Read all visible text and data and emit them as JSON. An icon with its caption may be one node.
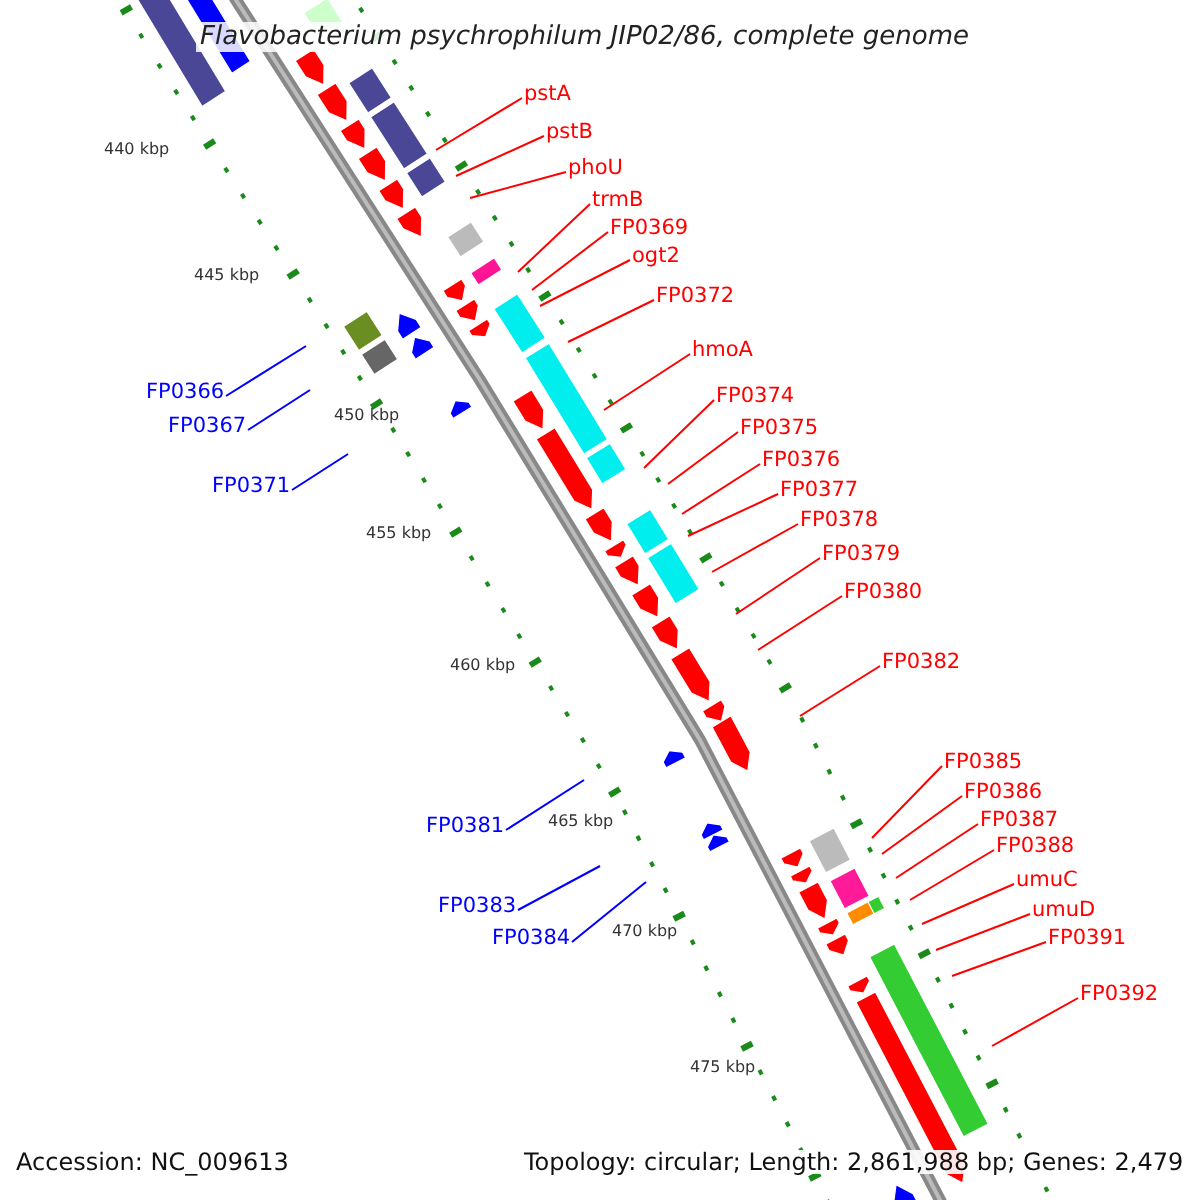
{
  "diagram": {
    "title": "Flavobacterium psychrophilum JIP02/86, complete genome",
    "nodes": [
      {
        "text": [
          "pstA"
        ]
      },
      {
        "text": [
          "pstB"
        ]
      },
      {
        "text": [
          "phoU"
        ]
      },
      {
        "text": [
          "trmB"
        ]
      },
      {
        "text": [
          "FP0369"
        ]
      },
      {
        "text": [
          "ogt2"
        ]
      },
      {
        "text": [
          "FP0372"
        ]
      },
      {
        "text": [
          "hmoA"
        ]
      },
      {
        "text": [
          "FP0374"
        ]
      },
      {
        "text": [
          "FP0375"
        ]
      },
      {
        "text": [
          "FP0376"
        ]
      },
      {
        "text": [
          "FP0377"
        ]
      },
      {
        "text": [
          "FP0378"
        ]
      },
      {
        "text": [
          "FP0379"
        ]
      },
      {
        "text": [
          "FP0380"
        ]
      },
      {
        "text": [
          "FP0382"
        ]
      },
      {
        "text": [
          "FP0385"
        ]
      },
      {
        "text": [
          "FP0386"
        ]
      },
      {
        "text": [
          "FP0387"
        ]
      },
      {
        "text": [
          "FP0388"
        ]
      },
      {
        "text": [
          "umuC"
        ]
      },
      {
        "text": [
          "umuD"
        ]
      },
      {
        "text": [
          "FP0391"
        ]
      },
      {
        "text": [
          "FP0392"
        ]
      },
      {
        "text": [
          "FP0366"
        ]
      },
      {
        "text": [
          "FP0367"
        ]
      },
      {
        "text": [
          "FP0371"
        ]
      },
      {
        "text": [
          "FP0381"
        ]
      },
      {
        "text": [
          "FP0383"
        ]
      },
      {
        "text": [
          "FP0384"
        ]
      }
    ],
    "edges": [
      {
        "from": 0,
        "to": null,
        "arrow": "none"
      },
      {
        "from": 1,
        "to": null,
        "arrow": "none"
      },
      {
        "from": 2,
        "to": null,
        "arrow": "none"
      },
      {
        "from": 3,
        "to": null,
        "arrow": "none"
      },
      {
        "from": 4,
        "to": null,
        "arrow": "none"
      },
      {
        "from": 5,
        "to": null,
        "arrow": "none"
      },
      {
        "from": 6,
        "to": null,
        "arrow": "none"
      },
      {
        "from": 7,
        "to": null,
        "arrow": "none"
      },
      {
        "from": 8,
        "to": null,
        "arrow": "none"
      },
      {
        "from": 9,
        "to": null,
        "arrow": "none"
      },
      {
        "from": 10,
        "to": null,
        "arrow": "none"
      },
      {
        "from": 11,
        "to": null,
        "arrow": "none"
      },
      {
        "from": 12,
        "to": null,
        "arrow": "none"
      },
      {
        "from": 13,
        "to": null,
        "arrow": "none"
      },
      {
        "from": 14,
        "to": null,
        "arrow": "none"
      },
      {
        "from": 15,
        "to": null,
        "arrow": "none"
      },
      {
        "from": 16,
        "to": null,
        "arrow": "none"
      },
      {
        "from": 17,
        "to": null,
        "arrow": "none"
      },
      {
        "from": 18,
        "to": null,
        "arrow": "none"
      },
      {
        "from": 19,
        "to": null,
        "arrow": "none"
      },
      {
        "from": 20,
        "to": null,
        "arrow": "none"
      },
      {
        "from": 21,
        "to": null,
        "arrow": "none"
      },
      {
        "from": 22,
        "to": null,
        "arrow": "none"
      },
      {
        "from": 23,
        "to": null,
        "arrow": "none"
      },
      {
        "from": 24,
        "to": null,
        "arrow": "none",
        "color": "#0000ff"
      },
      {
        "from": 25,
        "to": null,
        "arrow": "none",
        "color": "#0000ff"
      },
      {
        "from": 26,
        "to": null,
        "arrow": "none",
        "color": "#0000ff"
      },
      {
        "from": 27,
        "to": null,
        "arrow": "none",
        "color": "#0000ff"
      },
      {
        "from": 28,
        "to": null,
        "arrow": "none",
        "color": "#0000ff"
      },
      {
        "from": 29,
        "to": null,
        "arrow": "none",
        "color": "#0000ff"
      }
    ],
    "labels": [
      "440 kbp",
      "445 kbp",
      "450 kbp",
      "455 kbp",
      "460 kbp",
      "465 kbp",
      "470 kbp",
      "475 kbp",
      "Accession: NC_009613",
      "Topology: circular; Length: 2,861,988 bp; Genes: 2,479"
    ]
  }
}
